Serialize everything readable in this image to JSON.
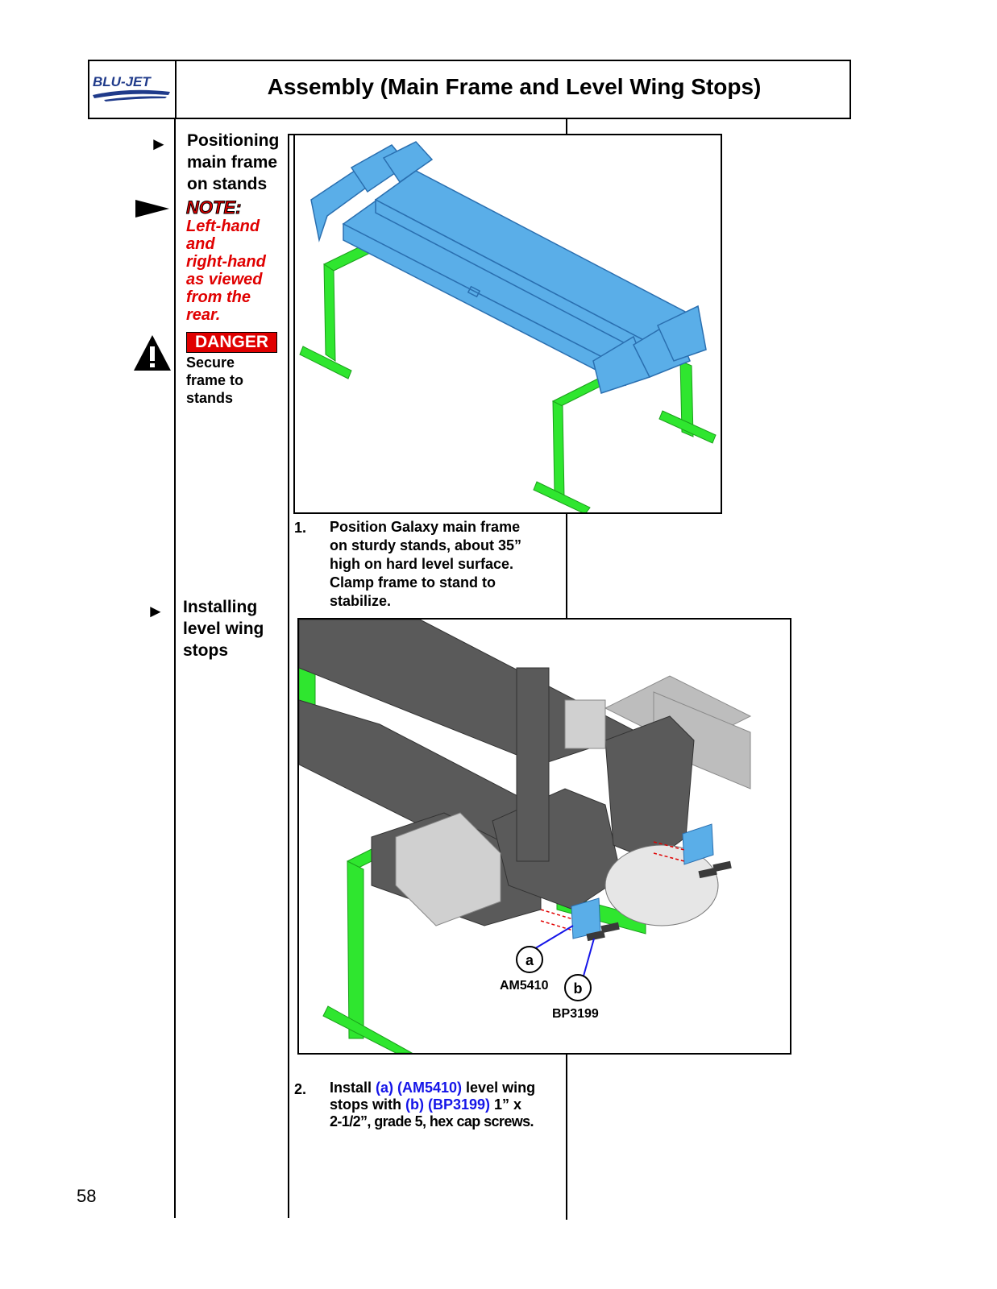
{
  "header": {
    "logo_text": "BLU-JET",
    "title": "Assembly (Main Frame and Level Wing Stops)"
  },
  "sidebar": {
    "section1": [
      "Positioning",
      "main frame",
      "on stands"
    ],
    "note_label": "NOTE:",
    "note_text": [
      "Left-hand",
      "and",
      "right-hand",
      "as viewed",
      "from the",
      "rear."
    ],
    "danger_label": "DANGER",
    "danger_text": [
      "Secure",
      "frame to",
      "stands"
    ],
    "section2": [
      "Installing",
      "level wing",
      "stops"
    ]
  },
  "steps": {
    "step1": {
      "number": "1.",
      "lines": [
        "Position Galaxy main frame",
        "on sturdy stands, about 35”",
        "high on hard level surface.",
        "Clamp frame to stand to",
        "stabilize."
      ]
    },
    "step2": {
      "number": "2.",
      "prefix": "Install ",
      "part_a": "(a) (AM5410)",
      "mid": " level wing",
      "line2_prefix": "stops with ",
      "part_b": "(b) (BP3199)",
      "line2_suffix": " 1” x",
      "line3": "2-1/2”, grade 5, hex cap screws."
    }
  },
  "figure2": {
    "callout_a": "a",
    "callout_b": "b",
    "part_a": "AM5410",
    "part_b": "BP3199"
  },
  "footer": {
    "page_number": "58"
  },
  "colors": {
    "frame_blue": "#5aaee8",
    "stand_green": "#2fe62f",
    "danger_red": "#e00000",
    "link_blue": "#1515e8"
  }
}
